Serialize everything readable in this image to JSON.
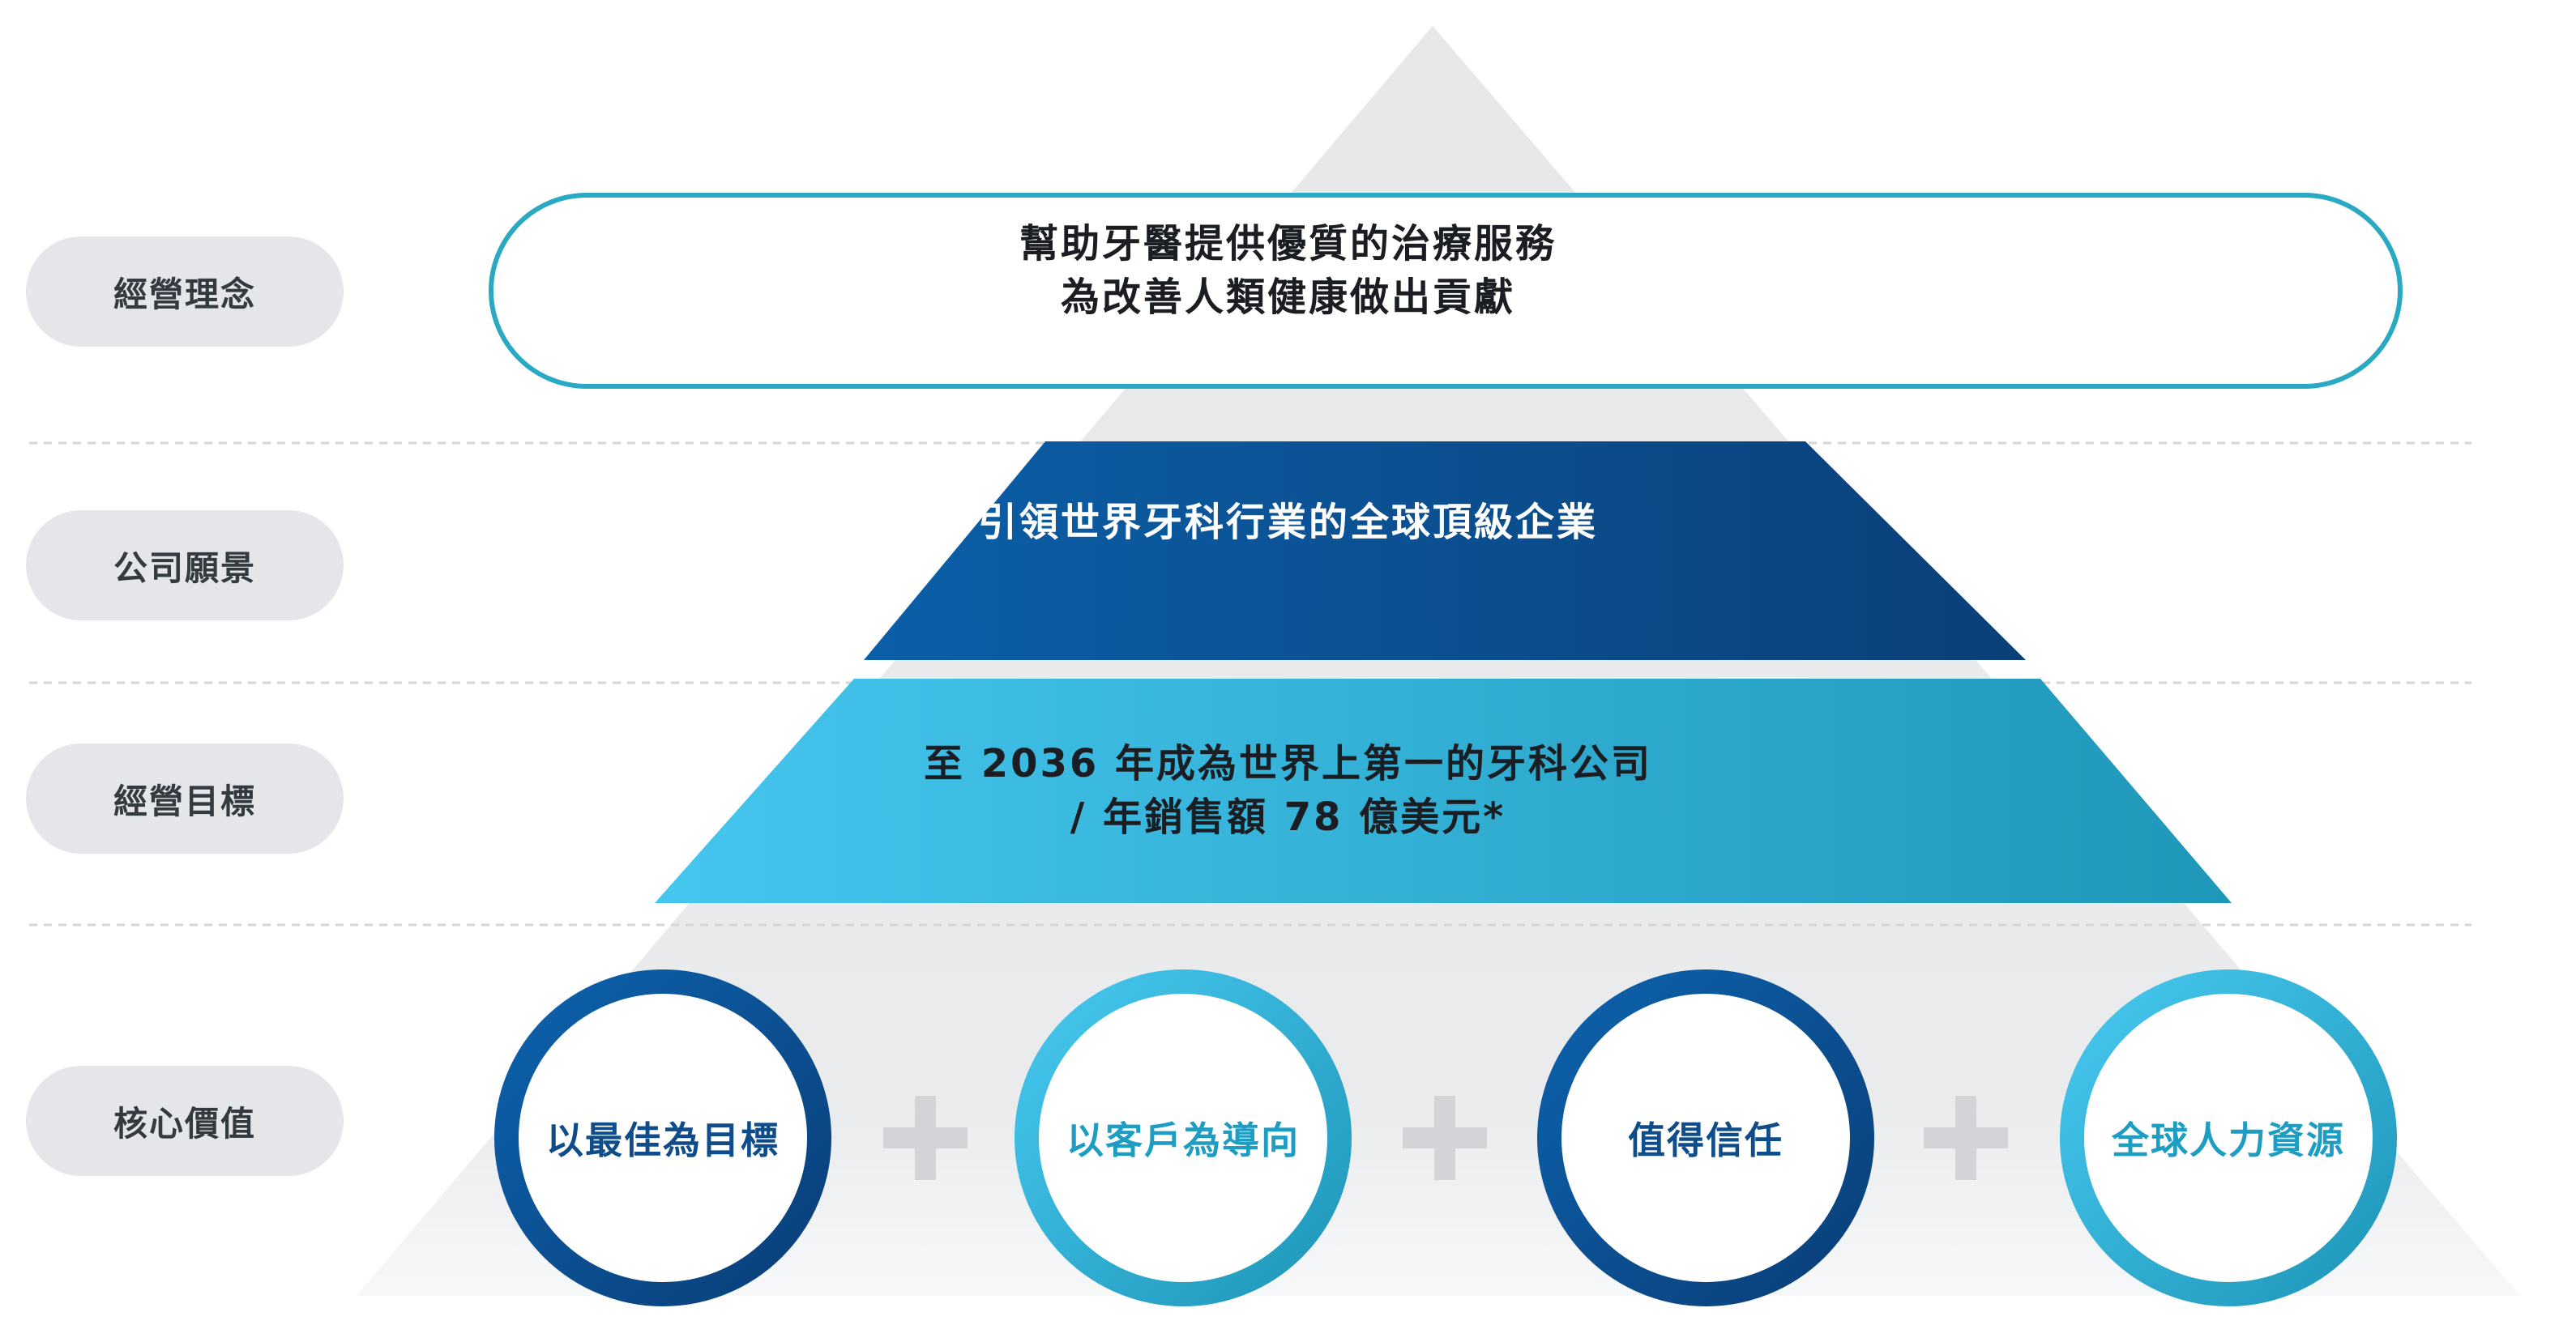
{
  "labels": {
    "philosophy": "經營理念",
    "vision": "公司願景",
    "goal": "經營目標",
    "values": "核心價值"
  },
  "philosophy": {
    "line1": "幫助牙醫提供優質的治療服務",
    "line2": "為改善人類健康做出貢獻"
  },
  "vision": {
    "text": "引領世界牙科行業的全球頂級企業"
  },
  "goal": {
    "line1": "至 2036 年成為世界上第一的牙科公司",
    "line2": "/ 年銷售額 78 億美元*"
  },
  "values": [
    {
      "label": "以最佳為目標",
      "style": "dark"
    },
    {
      "label": "以客戶為導向",
      "style": "light"
    },
    {
      "label": "值得信任",
      "style": "dark"
    },
    {
      "label": "全球人力資源",
      "style": "light"
    }
  ],
  "colors": {
    "pyramid_gray": "#e6e8ea",
    "outline_teal": "#29a9c4",
    "navy_left": "#0b5fa8",
    "navy_right": "#0b3f78",
    "cyan_left": "#45c6ef",
    "cyan_right": "#1f97b9",
    "label_pill": "#e4e6e9",
    "plus_gray": "#d2d4d7",
    "value_text_dark": "#0f4c8a",
    "value_text_light": "#1e9dc2"
  }
}
